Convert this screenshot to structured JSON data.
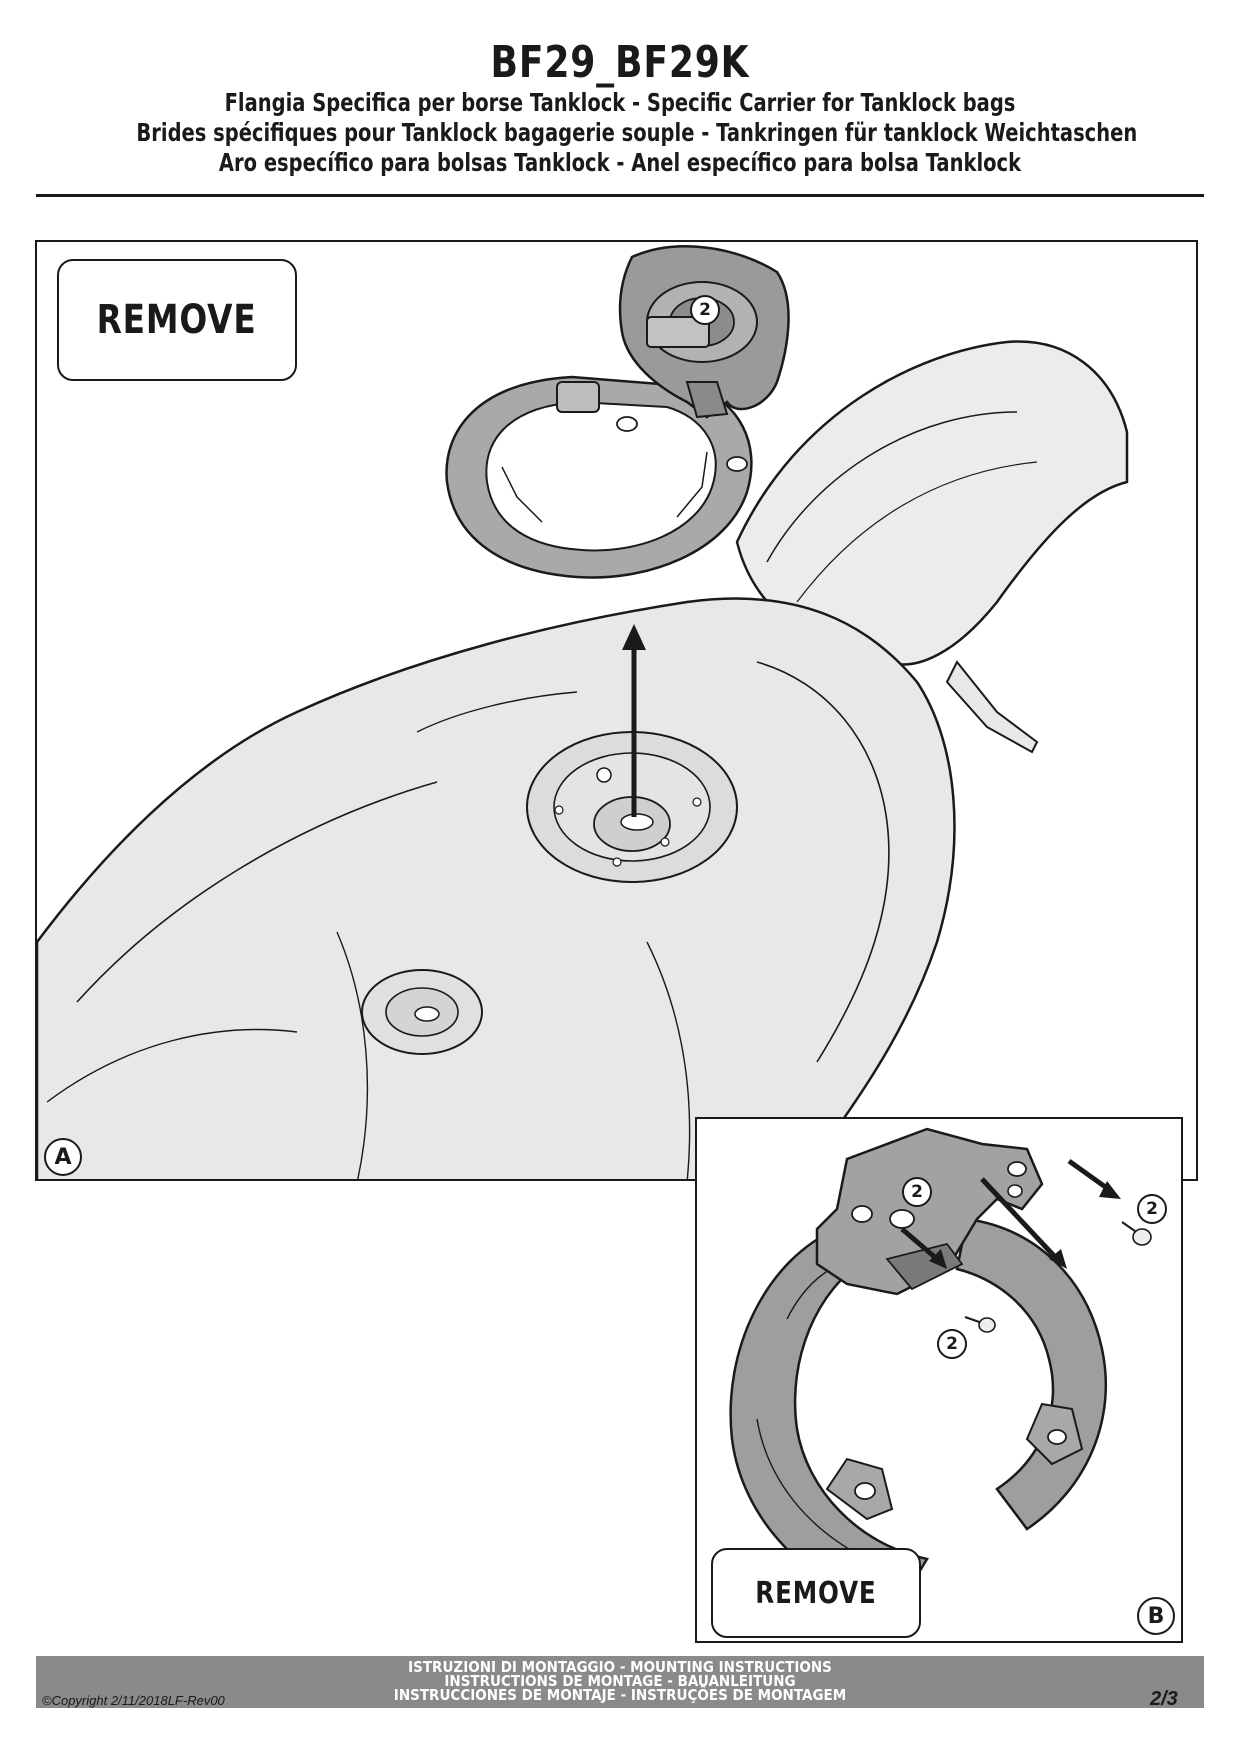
{
  "header": {
    "title": "BF29_BF29K",
    "lines": [
      "Flangia Specifica per borse Tanklock - Specific Carrier for Tanklock bags",
      "Brides spécifiques pour Tanklock bagagerie souple - Tankringen für tanklock Weichtaschen",
      "Aro específico para bolsas Tanklock - Anel específico para bolsa Tanklock"
    ]
  },
  "panel_a": {
    "remove_label": "REMOVE",
    "letter": "A",
    "callouts": [
      "2"
    ]
  },
  "panel_b": {
    "remove_label": "REMOVE",
    "letter": "B",
    "callouts": [
      "2",
      "2",
      "2"
    ]
  },
  "footer": {
    "lines": [
      "ISTRUZIONI DI MONTAGGIO  -  MOUNTING INSTRUCTIONS",
      "INSTRUCTIONS DE MONTAGE - BAUANLEITUNG",
      "INSTRUCCIONES DE MONTAJE - INSTRUÇÕES DE MONTAGEM"
    ],
    "copyright": "©Copyright 2/11/2018LF-Rev00",
    "page": "2/3"
  },
  "colors": {
    "line": "#1a1a1a",
    "tank_fill": "#e8e8e8",
    "part_fill": "#a6a6a6",
    "footer_bar": "#8a8a8a"
  }
}
